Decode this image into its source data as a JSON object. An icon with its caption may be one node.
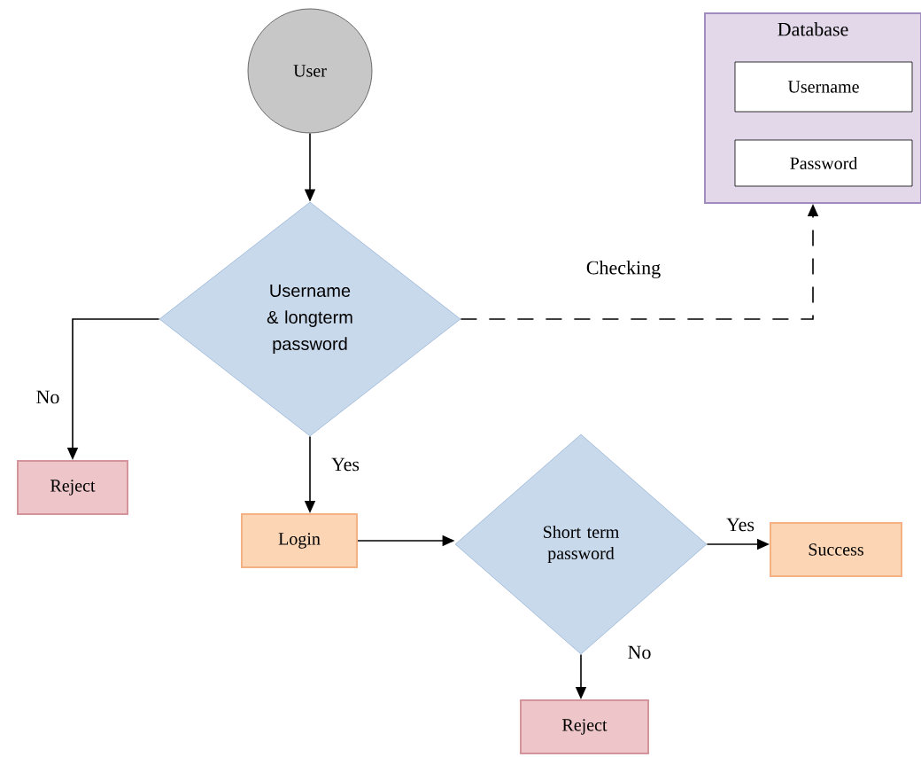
{
  "diagram": {
    "nodes": [
      {
        "text": [
          "User"
        ]
      },
      {
        "text": [
          "Username & longterm password"
        ]
      },
      {
        "text": [
          "Database"
        ]
      },
      {
        "text": [
          "Username"
        ],
        "in": 2
      },
      {
        "text": [
          "Password"
        ],
        "in": 2
      },
      {
        "text": [
          "Reject"
        ]
      },
      {
        "text": [
          "Login"
        ]
      },
      {
        "text": [
          "Short term password"
        ]
      },
      {
        "text": [
          "Success"
        ]
      },
      {
        "text": [
          "Reject"
        ]
      }
    ],
    "edges": [
      {
        "from": 0,
        "to": 1,
        "arrow": "to"
      },
      {
        "from": 1,
        "to": 2,
        "arrow": "to",
        "style": "dashed",
        "label": "Checking"
      },
      {
        "from": 1,
        "to": 5,
        "arrow": "to",
        "label": "No"
      },
      {
        "from": 1,
        "to": 6,
        "arrow": "to",
        "label": "Yes"
      },
      {
        "from": 6,
        "to": 7,
        "arrow": "to"
      },
      {
        "from": 7,
        "to": 8,
        "arrow": "to",
        "label": "Yes"
      },
      {
        "from": 7,
        "to": 9,
        "arrow": "to",
        "label": "No"
      }
    ]
  }
}
